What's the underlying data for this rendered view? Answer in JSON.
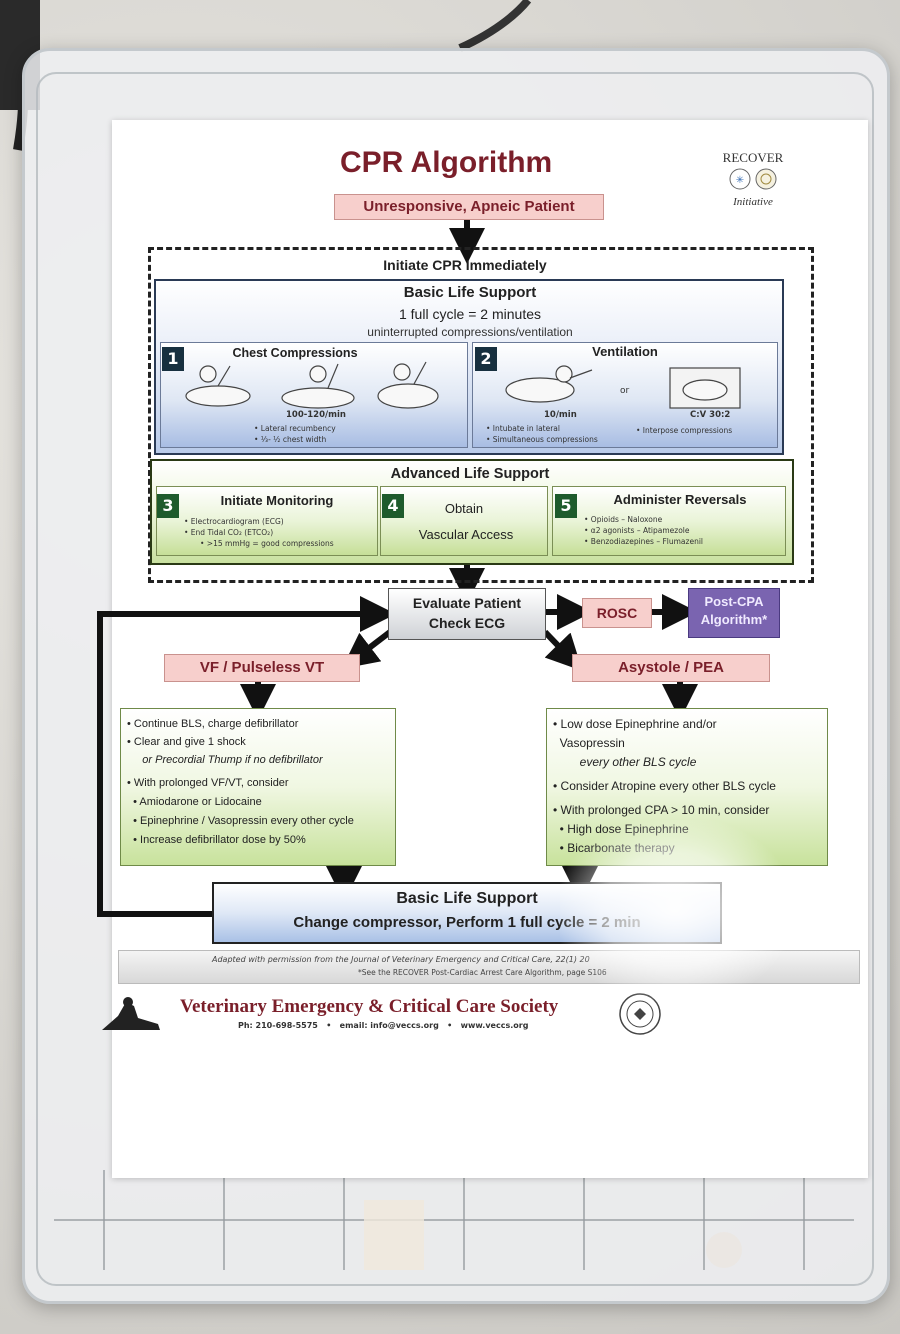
{
  "title": "CPR Algorithm",
  "recover_logo": {
    "top": "RECOVER",
    "bottom": "Initiative"
  },
  "start_box": "Unresponsive, Apneic Patient",
  "dashed_title": "Initiate CPR Immediately",
  "bls": {
    "title": "Basic Life Support",
    "cycle": "1 full cycle = 2 minutes",
    "sub": "uninterrupted compressions/ventilation",
    "panel1": {
      "num": "1",
      "title": "Chest Compressions",
      "rate": "100-120/min",
      "bullets": [
        "• Lateral recumbency",
        "• ⅓- ½ chest width"
      ]
    },
    "panel2": {
      "num": "2",
      "title": "Ventilation",
      "or": "or",
      "rate": "10/min",
      "ratio": "C:V 30:2",
      "bullets_left": [
        "• Intubate in lateral",
        "• Simultaneous compressions"
      ],
      "bullets_right": [
        "• Interpose compressions"
      ]
    }
  },
  "als": {
    "title": "Advanced Life Support",
    "panel3": {
      "num": "3",
      "title": "Initiate Monitoring",
      "bullets": [
        "• Electrocardiogram (ECG)",
        "• End Tidal CO₂ (ETCO₂)",
        "• >15 mmHg = good compressions"
      ]
    },
    "panel4": {
      "num": "4",
      "line1": "Obtain",
      "line2": "Vascular Access"
    },
    "panel5": {
      "num": "5",
      "title": "Administer Reversals",
      "bullets": [
        "• Opioids – Naloxone",
        "• α2 agonists – Atipamezole",
        "• Benzodiazepines – Flumazenil"
      ]
    }
  },
  "evaluate": {
    "line1": "Evaluate Patient",
    "line2": "Check ECG"
  },
  "rosc": "ROSC",
  "post_cpa": {
    "line1": "Post-CPA",
    "line2": "Algorithm*"
  },
  "vf": "VF / Pulseless VT",
  "asystole": "Asystole / PEA",
  "vf_box": [
    {
      "text": "• Continue BLS, charge defibrillator",
      "italic": false
    },
    {
      "text": "• Clear and give 1 shock",
      "italic": false
    },
    {
      "text": "     or Precordial Thump if no defibrillator",
      "italic": true
    },
    {
      "text": "• With prolonged VF/VT, consider",
      "italic": false
    },
    {
      "text": "  • Amiodarone or Lidocaine",
      "italic": false
    },
    {
      "text": "  • Epinephrine / Vasopressin every other cycle",
      "italic": false
    },
    {
      "text": "  • Increase defibrillator dose by 50%",
      "italic": false
    }
  ],
  "asys_box": [
    {
      "text": "• Low dose Epinephrine and/or",
      "italic": false
    },
    {
      "text": "  Vasopressin",
      "italic": false
    },
    {
      "text": "        every other BLS cycle",
      "italic": true
    },
    {
      "text": "• Consider Atropine every other BLS cycle",
      "italic": false
    },
    {
      "text": "• With prolonged CPA > 10 min, consider",
      "italic": false
    },
    {
      "text": "  • High dose Epinephrine",
      "italic": false
    },
    {
      "text": "  • Bicarbonate therapy",
      "italic": false
    }
  ],
  "bottom_bls": {
    "line1": "Basic Life Support",
    "line2": "Change compressor, Perform 1 full cycle = 2 min"
  },
  "footer": {
    "adapted": "Adapted with permission from the Journal of Veterinary Emergency and Critical Care, 22(1) 20",
    "see": "*See the RECOVER Post-Cardiac Arrest Care Algorithm, page S106",
    "society": "Veterinary Emergency & Critical Care Society",
    "contact": "Ph: 210-698-5575   •   email: info@veccs.org   •   www.veccs.org"
  },
  "colors": {
    "title": "#7a1f2a",
    "pink": "#f7cfcc",
    "purple": "#7a64b0",
    "blue_grad": "#a9c1e6",
    "green_grad": "#c8e29c"
  }
}
